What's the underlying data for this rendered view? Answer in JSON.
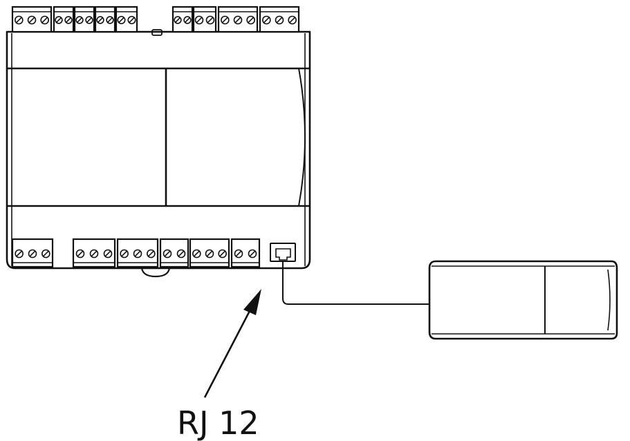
{
  "diagram": {
    "callout_label": "RJ 12",
    "colors": {
      "stroke": "#111111",
      "background": "#ffffff",
      "panel_fill": "#ffffff"
    },
    "controller": {
      "top_terminal_blocks": [
        3,
        2,
        2,
        2,
        2,
        2,
        3,
        3
      ],
      "bottom_terminal_blocks": [
        3,
        3,
        3,
        2,
        3,
        2
      ],
      "port": "rj12-port"
    },
    "display_unit": {
      "panels": 2
    }
  }
}
